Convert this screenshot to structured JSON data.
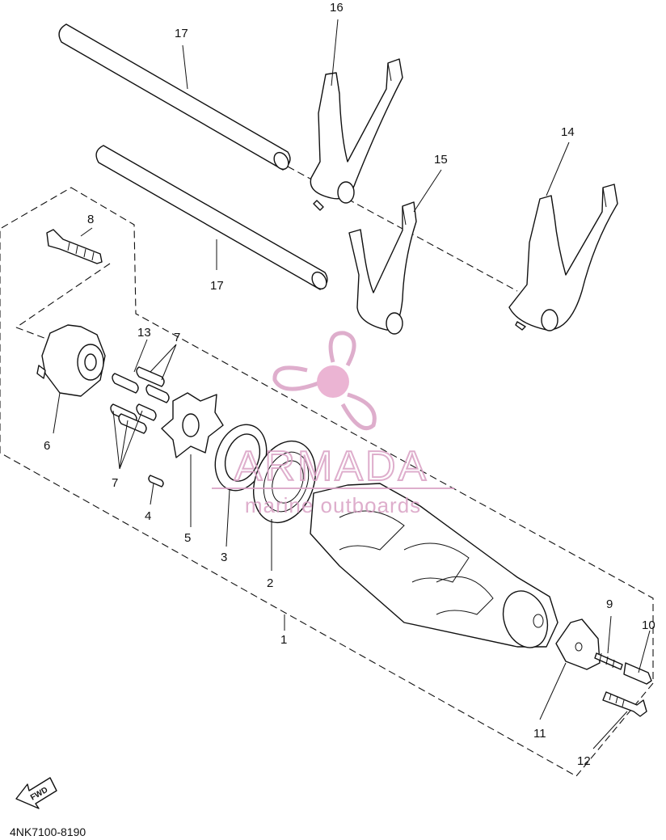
{
  "callouts": {
    "c1": "1",
    "c2": "2",
    "c3": "3",
    "c4": "4",
    "c5": "5",
    "c6": "6",
    "c7a": "7",
    "c7b": "7",
    "c8": "8",
    "c9": "9",
    "c10": "10",
    "c11": "11",
    "c12": "12",
    "c13": "13",
    "c14": "14",
    "c15": "15",
    "c16": "16",
    "c17a": "17",
    "c17b": "17"
  },
  "direction_marker": {
    "text": "FWD"
  },
  "watermark": {
    "brand": "ARMADA",
    "tagline": "marine outboards",
    "brand_color": "#d9a0c4"
  },
  "diagram_code": "4NK7100-8190"
}
